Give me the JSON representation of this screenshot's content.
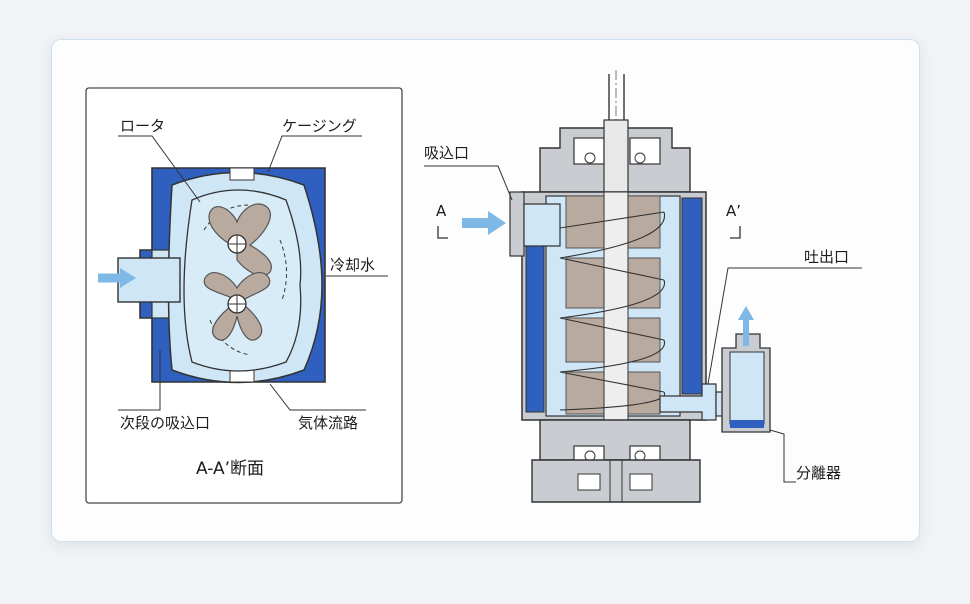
{
  "left_view": {
    "labels": {
      "rotor": "ロータ",
      "casing": "ケージング",
      "cooling_water": "冷却水",
      "next_stage_inlet": "次段の吸込口",
      "gas_passage": "気体流路"
    },
    "caption": "A-A’断面"
  },
  "right_view": {
    "labels": {
      "inlet": "吸込口",
      "outlet": "吐出口",
      "separator": "分離器",
      "section_a": "A",
      "section_a_prime": "A’"
    }
  },
  "colors": {
    "cooling_blue": "#2f5fbf",
    "light_blue": "#cfe6f6",
    "rotor_tan": "#b9aaa0",
    "arrow_blue": "#7db8e6",
    "line": "#3a3a3a"
  }
}
